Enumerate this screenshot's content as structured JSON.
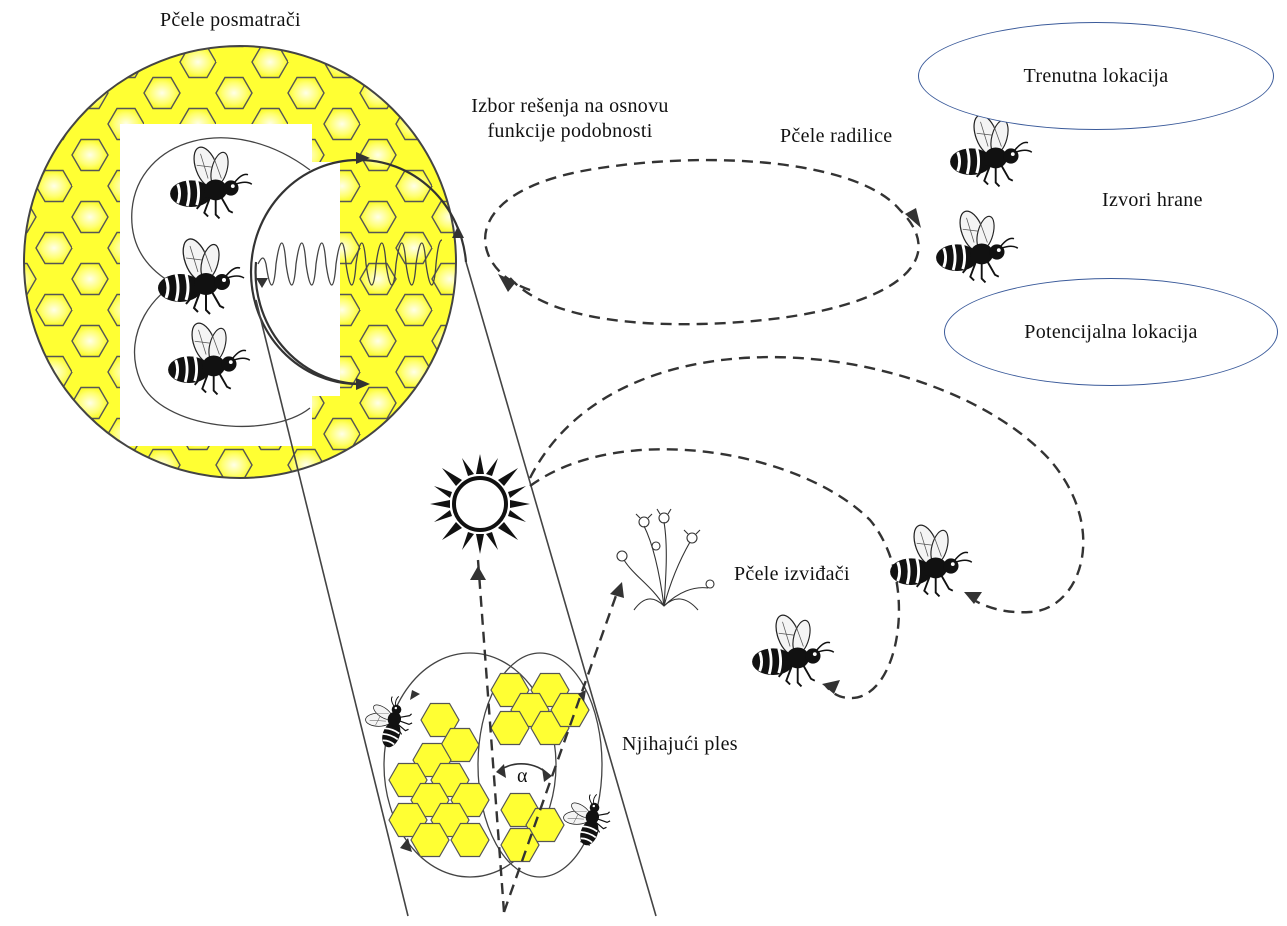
{
  "labels": {
    "observers": "Pčele posmatrači",
    "selection_line1": "Izbor rešenja na osnovu",
    "selection_line2": "funkcije podobnosti",
    "workers": "Pčele radilice",
    "food_sources": "Izvori hrane",
    "current_location": "Trenutna lokacija",
    "potential_location": "Potencijalna lokacija",
    "scouts": "Pčele izviđači",
    "waggle_dance": "Njihajući ples",
    "angle": "α"
  },
  "colors": {
    "honeycomb_yellow": "#ffff33",
    "honeycomb_glow": "#ffffd8",
    "outline": "#333333",
    "ellipse_border": "#3a5a9a"
  },
  "icons": [
    "bee-icon",
    "sun-icon",
    "flower-icon"
  ]
}
